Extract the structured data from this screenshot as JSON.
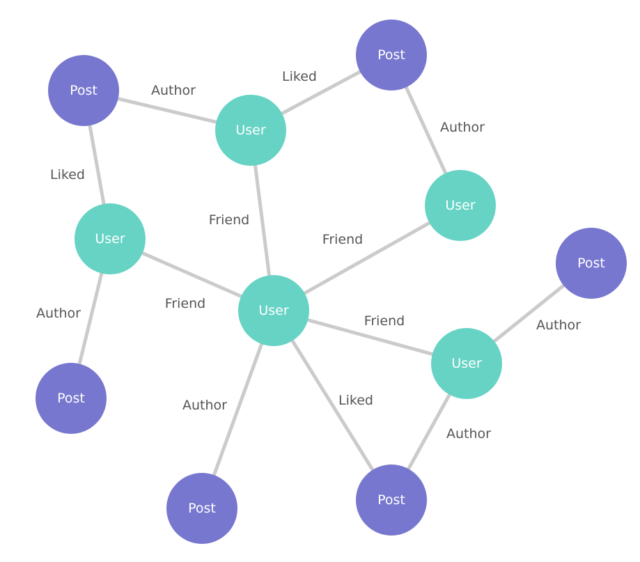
{
  "colors": {
    "user_node": "#66d3c5",
    "post_node": "#7777cf",
    "edge": "#cbcbcb",
    "edge_label": "#555555",
    "node_label": "#ffffff"
  },
  "nodes": [
    {
      "id": "post-1",
      "label": "Post",
      "kind": "post"
    },
    {
      "id": "user-1",
      "label": "User",
      "kind": "user"
    },
    {
      "id": "post-2",
      "label": "Post",
      "kind": "post"
    },
    {
      "id": "user-2",
      "label": "User",
      "kind": "user"
    },
    {
      "id": "user-3",
      "label": "User",
      "kind": "user"
    },
    {
      "id": "user-center",
      "label": "User",
      "kind": "user"
    },
    {
      "id": "post-3",
      "label": "Post",
      "kind": "post"
    },
    {
      "id": "user-4",
      "label": "User",
      "kind": "user"
    },
    {
      "id": "post-4",
      "label": "Post",
      "kind": "post"
    },
    {
      "id": "post-5",
      "label": "Post",
      "kind": "post"
    },
    {
      "id": "post-6",
      "label": "Post",
      "kind": "post"
    }
  ],
  "edges": [
    {
      "from": "post-1",
      "to": "user-1",
      "label": "Author"
    },
    {
      "from": "user-1",
      "to": "post-2",
      "label": "Liked"
    },
    {
      "from": "post-2",
      "to": "user-2",
      "label": "Author"
    },
    {
      "from": "post-1",
      "to": "user-3",
      "label": "Liked"
    },
    {
      "from": "user-1",
      "to": "user-center",
      "label": "Friend"
    },
    {
      "from": "user-2",
      "to": "user-center",
      "label": "Friend"
    },
    {
      "from": "user-3",
      "to": "user-center",
      "label": "Friend"
    },
    {
      "from": "user-3",
      "to": "post-3",
      "label": "Author"
    },
    {
      "from": "user-center",
      "to": "user-4",
      "label": "Friend"
    },
    {
      "from": "user-4",
      "to": "post-4",
      "label": "Author"
    },
    {
      "from": "user-center",
      "to": "post-5",
      "label": "Author"
    },
    {
      "from": "user-center",
      "to": "post-6",
      "label": "Liked"
    },
    {
      "from": "user-4",
      "to": "post-6",
      "label": "Author"
    }
  ]
}
